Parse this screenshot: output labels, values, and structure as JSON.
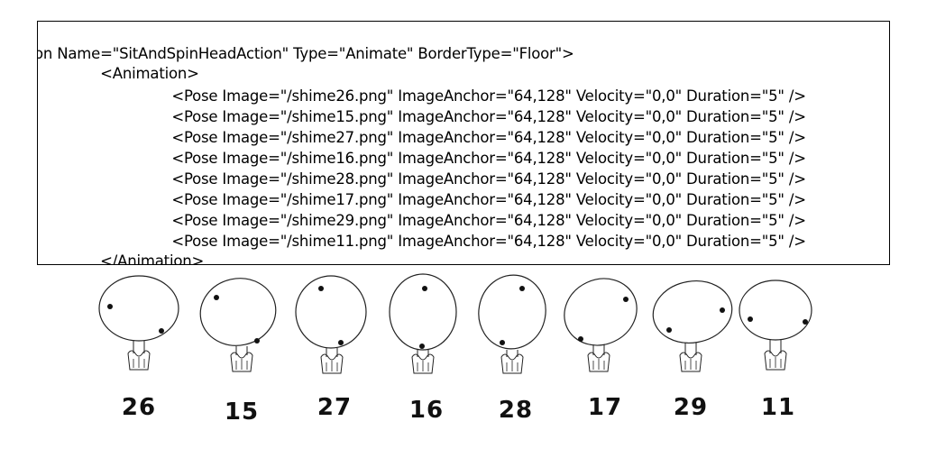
{
  "code": {
    "lines": [
      "on Name=\"SitAndSpinHeadAction\" Type=\"Animate\" BorderType=\"Floor\">",
      "    <Animation>",
      "        <Pose Image=\"/shime26.png\" ImageAnchor=\"64,128\" Velocity=\"0,0\" Duration=\"5\" />",
      "        <Pose Image=\"/shime15.png\" ImageAnchor=\"64,128\" Velocity=\"0,0\" Duration=\"5\" />",
      "        <Pose Image=\"/shime27.png\" ImageAnchor=\"64,128\" Velocity=\"0,0\" Duration=\"5\" />",
      "        <Pose Image=\"/shime16.png\" ImageAnchor=\"64,128\" Velocity=\"0,0\" Duration=\"5\" />",
      "        <Pose Image=\"/shime28.png\" ImageAnchor=\"64,128\" Velocity=\"0,0\" Duration=\"5\" />",
      "        <Pose Image=\"/shime17.png\" ImageAnchor=\"64,128\" Velocity=\"0,0\" Duration=\"5\" />",
      "        <Pose Image=\"/shime29.png\" ImageAnchor=\"64,128\" Velocity=\"0,0\" Duration=\"5\" />",
      "        <Pose Image=\"/shime11.png\" ImageAnchor=\"64,128\" Velocity=\"0,0\" Duration=\"5\" />",
      "    </Animation>"
    ]
  },
  "frames": [
    {
      "label": "26"
    },
    {
      "label": "15"
    },
    {
      "label": "27"
    },
    {
      "label": "16"
    },
    {
      "label": "28"
    },
    {
      "label": "17"
    },
    {
      "label": "29"
    },
    {
      "label": "11"
    }
  ]
}
